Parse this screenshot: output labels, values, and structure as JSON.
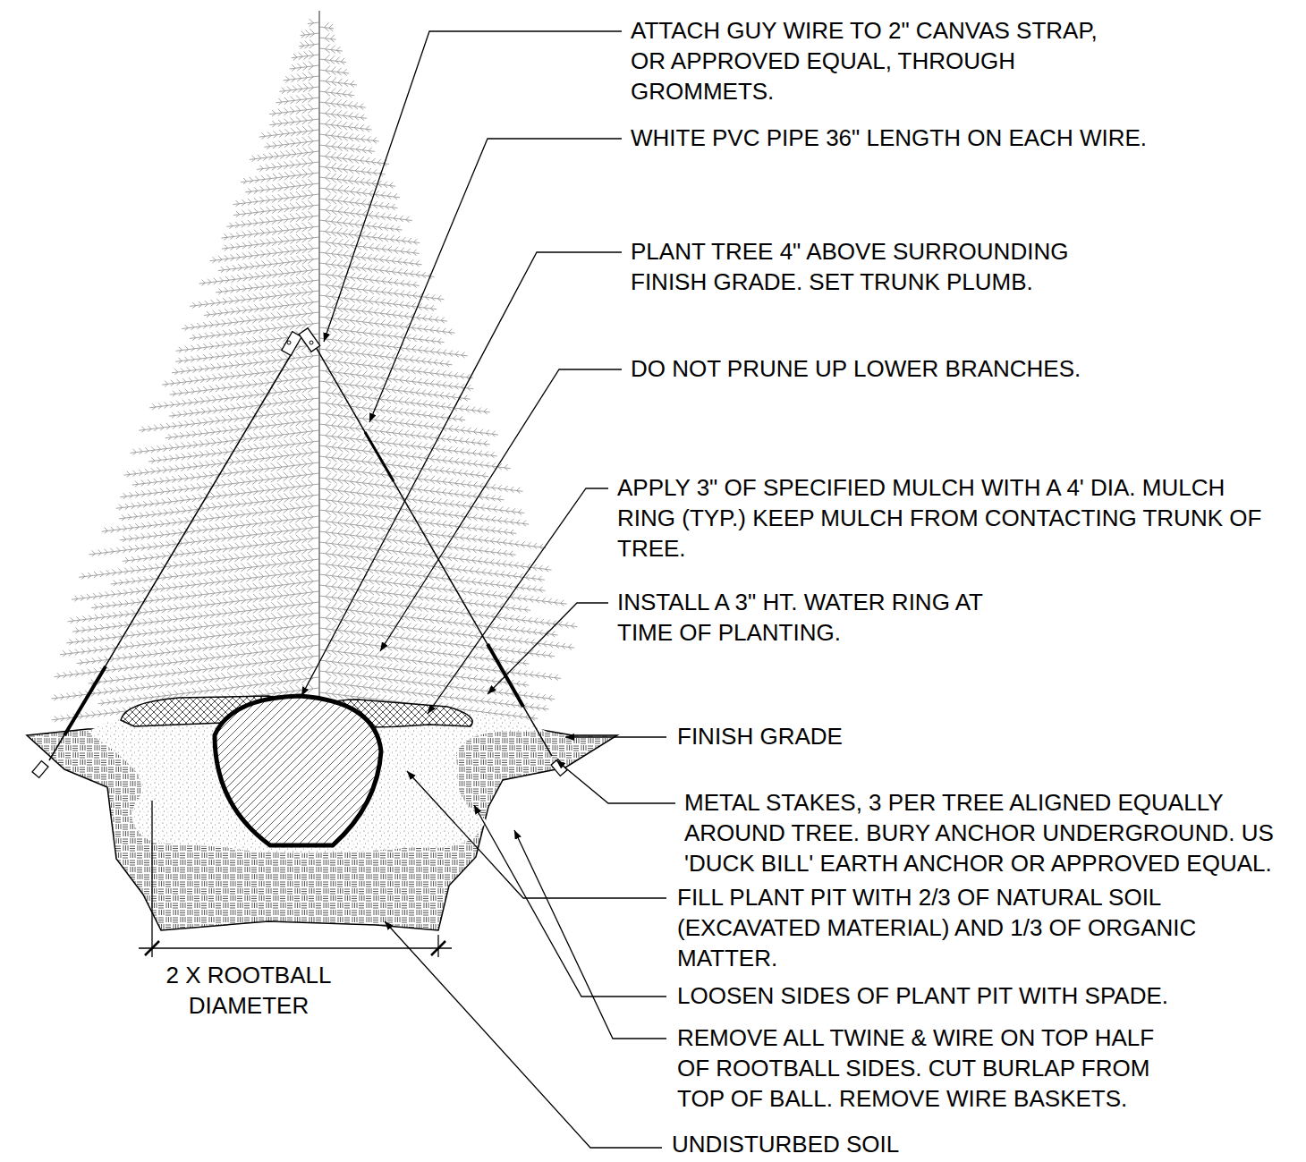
{
  "diagram": {
    "labels": [
      "ATTACH GUY WIRE TO 2\" CANVAS STRAP, OR APPROVED EQUAL, THROUGH GROMMETS.",
      "WHITE PVC PIPE 36\" LENGTH ON EACH WIRE.",
      "PLANT TREE 4\" ABOVE SURROUNDING FINISH GRADE. SET TRUNK PLUMB.",
      "DO NOT PRUNE UP LOWER BRANCHES.",
      "APPLY 3\" OF SPECIFIED MULCH WITH A 4' DIA. MULCH RING (TYP.) KEEP MULCH FROM CONTACTING TRUNK OF TREE.",
      "INSTALL A 3\" HT. WATER RING AT TIME OF PLANTING.",
      "FINISH GRADE",
      "METAL STAKES, 3 PER TREE ALIGNED EQUALLY AROUND TREE. BURY ANCHOR UNDERGROUND. US 'DUCK BILL' EARTH ANCHOR OR APPROVED EQUAL.",
      "FILL PLANT PIT WITH 2/3 OF NATURAL SOIL (EXCAVATED MATERIAL) AND 1/3 OF ORGANIC MATTER.",
      "LOOSEN SIDES OF PLANT PIT WITH SPADE.",
      "REMOVE ALL TWINE & WIRE ON TOP HALF OF ROOTBALL SIDES. CUT BURLAP FROM TOP OF BALL. REMOVE WIRE BASKETS.",
      "UNDISTURBED SOIL",
      "2 X ROOTBALL DIAMETER"
    ]
  }
}
